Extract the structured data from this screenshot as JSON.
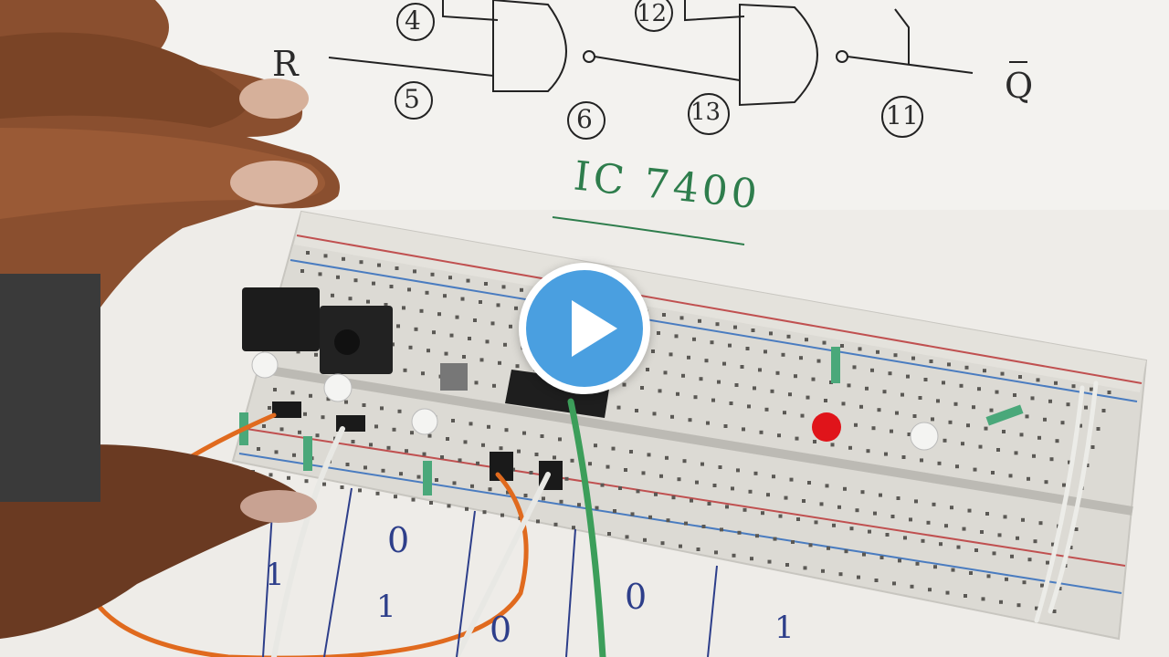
{
  "schematic": {
    "input_label": "R",
    "output_label": "Q",
    "pin_labels": [
      "4",
      "5",
      "6",
      "12",
      "13",
      "11"
    ],
    "ic_label": "IC 7400"
  },
  "truth_table": {
    "digits": [
      "1",
      "0",
      "1",
      "0",
      "0",
      "1"
    ]
  },
  "video": {
    "play_icon": "play-icon",
    "accent": "#4a9fe0"
  }
}
